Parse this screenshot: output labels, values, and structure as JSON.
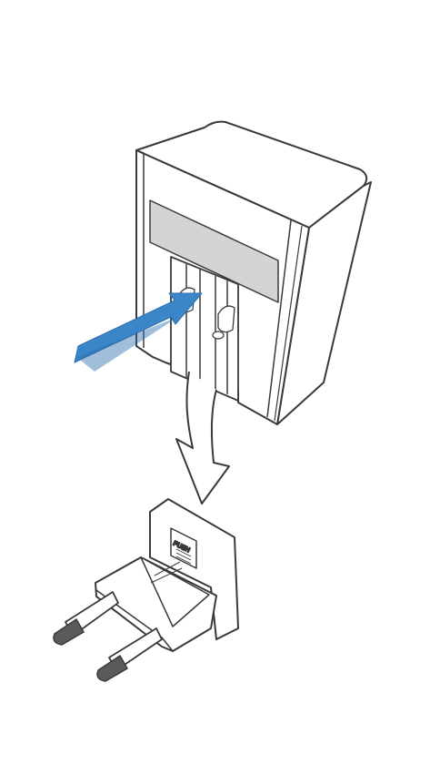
{
  "diagram": {
    "plug_label": "PUSH",
    "colors": {
      "outline": "#3a3a3a",
      "label_window": "#d4d4d4",
      "arrow_fill": "#3a86c8",
      "arrow_edge": "#2d6fae",
      "pin_tip": "#5a5a5a",
      "background": "#ffffff"
    },
    "icons": {
      "adapter": "power-adapter-body",
      "insert_arrow": "blue-insert-arrow",
      "down_arrow": "outline-down-arrow",
      "plug": "eu-plug-adapter"
    }
  }
}
